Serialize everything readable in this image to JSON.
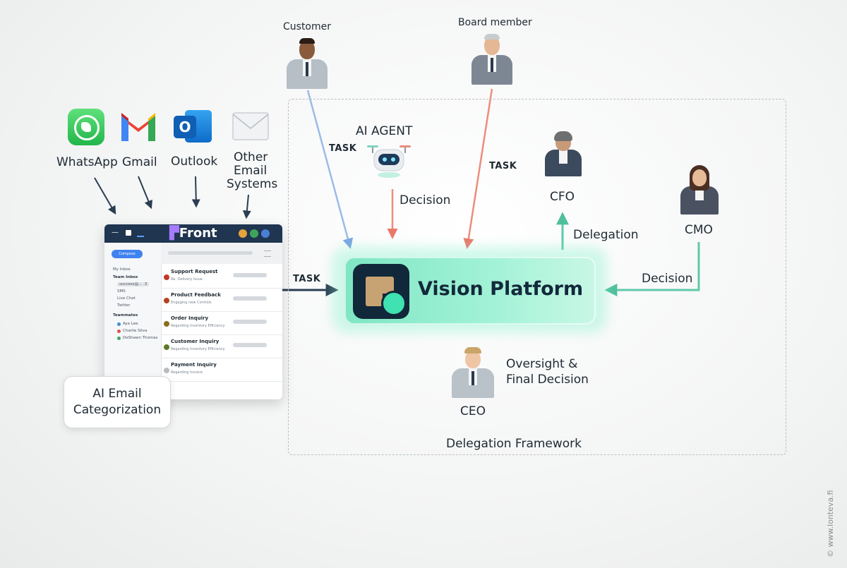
{
  "channels": [
    {
      "label": "WhatsApp",
      "icon": "whatsapp-icon"
    },
    {
      "label": "Gmail",
      "icon": "gmail-icon"
    },
    {
      "label": "Outlook",
      "icon": "outlook-icon"
    },
    {
      "label": "Other Email Systems",
      "lines": [
        "Other",
        "Email",
        "Systems"
      ],
      "icon": "email-envelope-icon"
    }
  ],
  "front_app": {
    "brand": "Front",
    "compose": "Compose",
    "sidebar": [
      "My Inbox",
      "Team Inbox",
      "success@...",
      "3",
      "SMS",
      "Live Chat",
      "Twitter",
      "Teammates",
      "Aya Lee",
      "Charlie Silva",
      "DeShawn Thomas"
    ],
    "rows": [
      {
        "title": "Support Request",
        "snippet": "Re: Delivery Issue",
        "color": "#c0392b"
      },
      {
        "title": "Product Feedback",
        "snippet": "Engaging new Controls",
        "color": "#b5411e"
      },
      {
        "title": "Order Inquiry",
        "snippet": "Regarding Inventory Efficiency",
        "color": "#8a6d1d"
      },
      {
        "title": "Customer Inquiry",
        "snippet": "Regarding Inventory Efficiency",
        "color": "#5e7a2a"
      },
      {
        "title": "Payment Inquiry",
        "snippet": "Regarding Invoice",
        "color": "#b8bcc0"
      }
    ]
  },
  "ai_email_categorization": [
    "AI Email",
    "Categorization"
  ],
  "labels": {
    "task": "TASK",
    "customer": "Customer",
    "board_member": "Board member",
    "ai_agent": "AI AGENT",
    "decision": "Decision",
    "cfo": "CFO",
    "cmo": "CMO",
    "delegation": "Delegation",
    "ceo": "CEO",
    "oversight": [
      "Oversight &",
      "Final Decision"
    ],
    "framework": "Delegation Framework",
    "platform": "Vision Platform",
    "watermark": "© www.lonteva.fi"
  },
  "colors": {
    "platform_accent": "#7fe6c4",
    "arrow_dark": "#2b3d52",
    "arrow_blue": "#8eb4e8",
    "arrow_red": "#ee8a7a",
    "arrow_green": "#5fc9a9",
    "dashed_border": "#b9c0c4"
  }
}
